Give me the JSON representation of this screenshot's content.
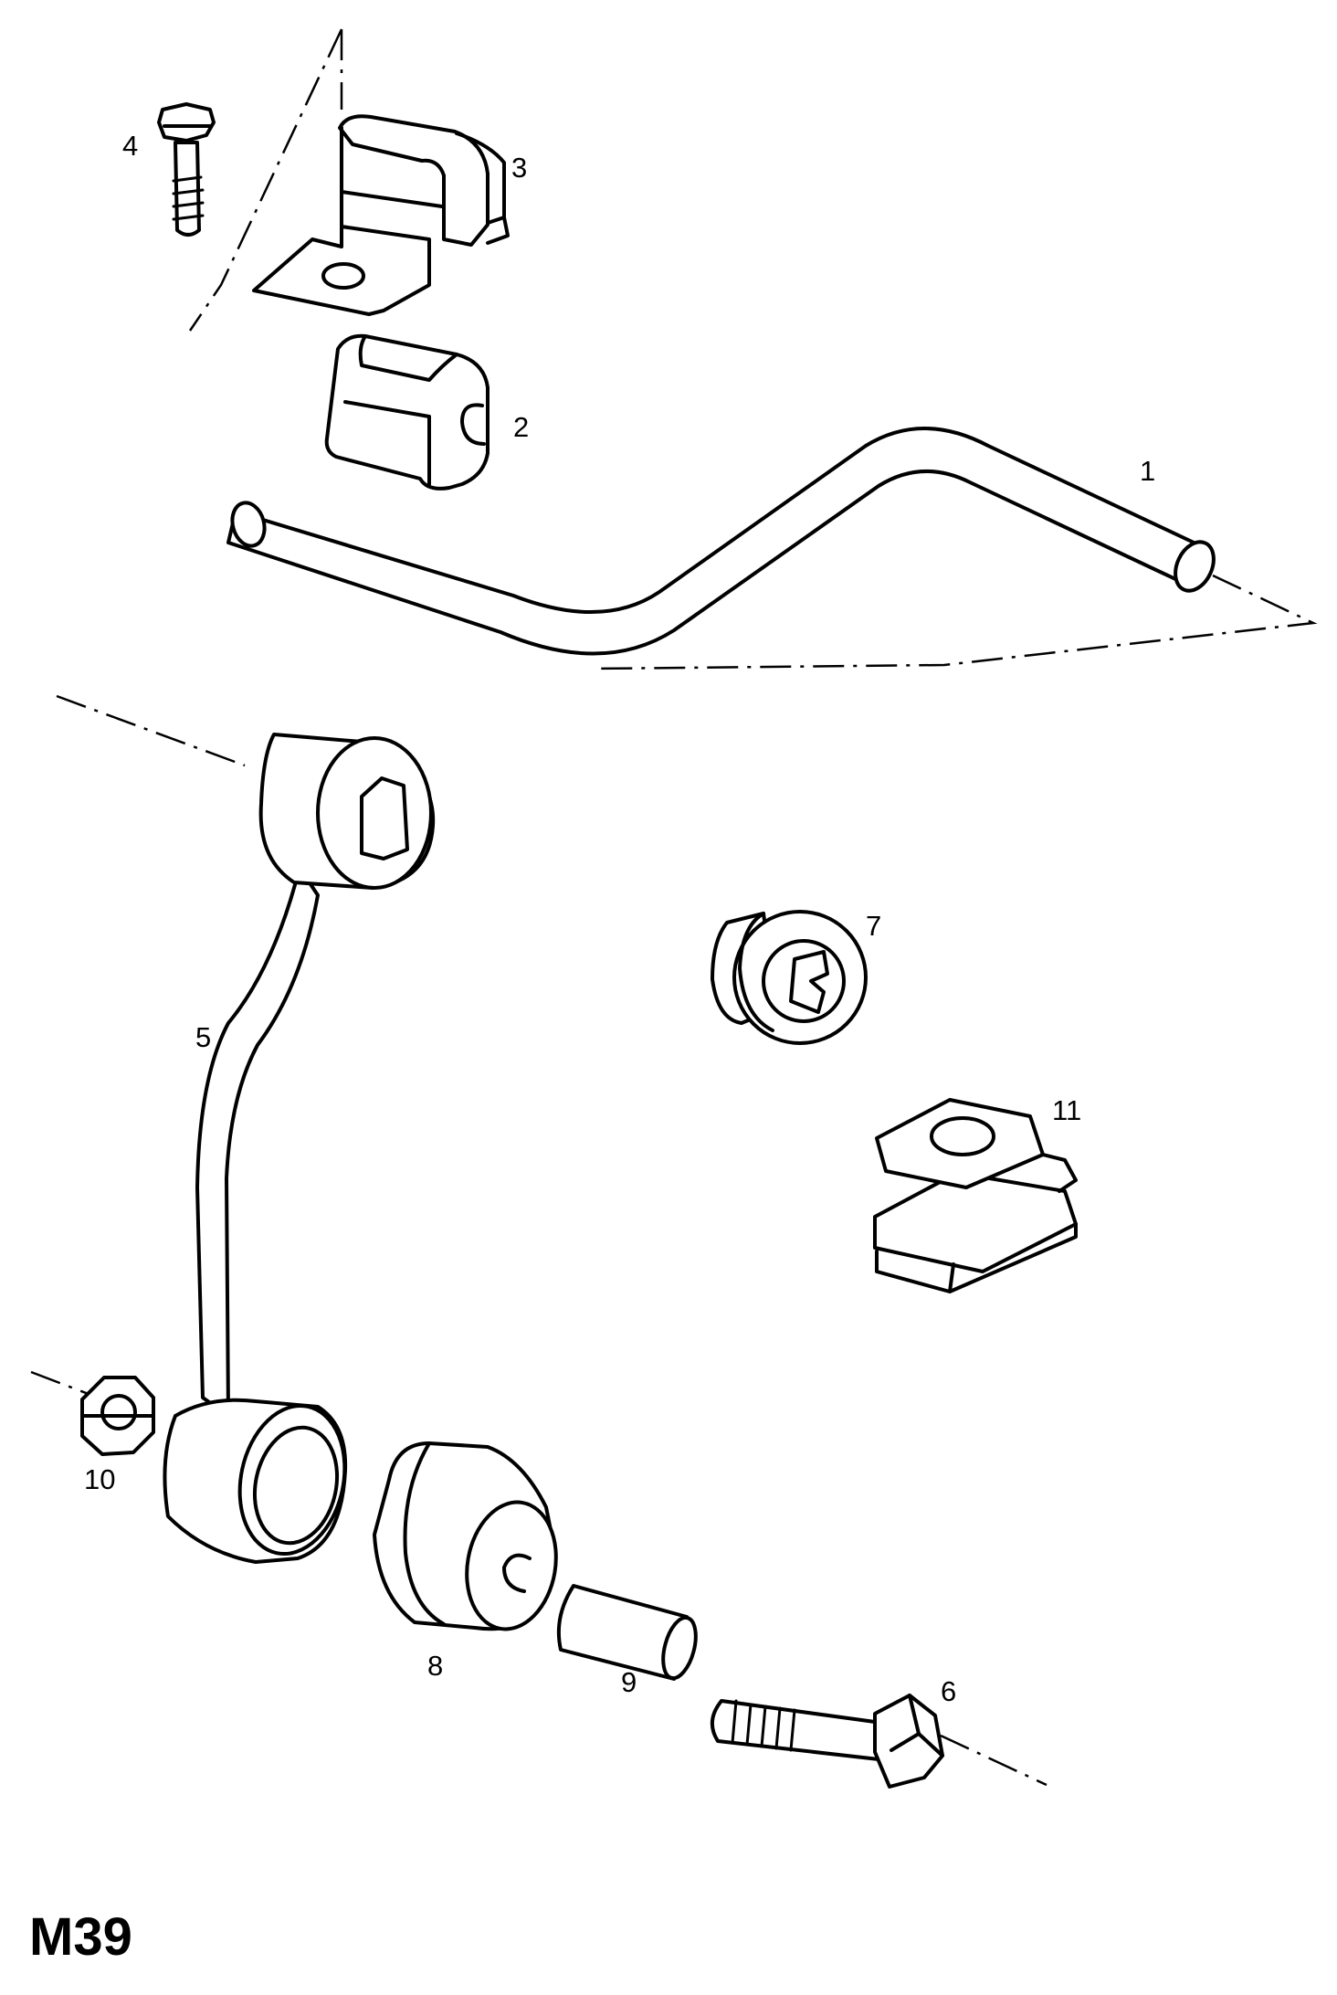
{
  "diagram_code": "M39",
  "callouts": [
    "1",
    "2",
    "3",
    "4",
    "5",
    "6",
    "7",
    "8",
    "9",
    "10",
    "11"
  ]
}
